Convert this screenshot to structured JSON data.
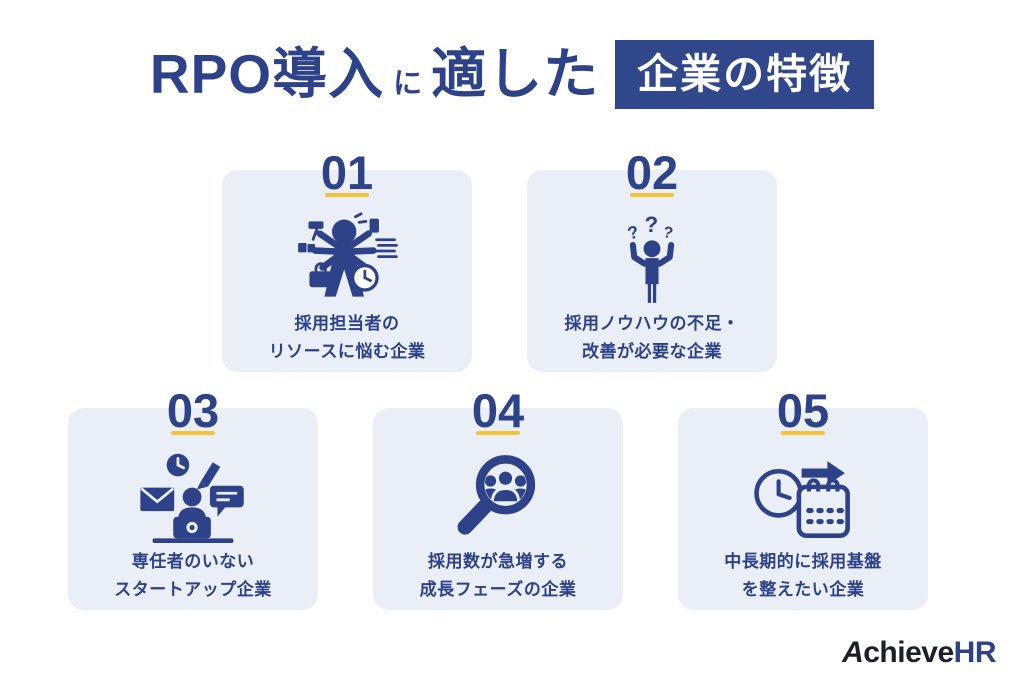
{
  "title": {
    "part1": "RPO導入",
    "particle": "に",
    "part2": "適した",
    "badge": "企業の特徴"
  },
  "cards": [
    {
      "number": "01",
      "icon": "busy-multitasking-person-icon",
      "line1": "採用担当者の",
      "line2": "リソースに悩む企業"
    },
    {
      "number": "02",
      "icon": "confused-person-question-marks-icon",
      "line1": "採用ノウハウの不足・",
      "line2": "改善が必要な企業"
    },
    {
      "number": "03",
      "icon": "solo-worker-laptop-tasks-icon",
      "line1": "専任者のいない",
      "line2": "スタートアップ企業"
    },
    {
      "number": "04",
      "icon": "magnifier-people-icon",
      "line1": "採用数が急増する",
      "line2": "成長フェーズの企業"
    },
    {
      "number": "05",
      "icon": "clock-calendar-arrow-icon",
      "line1": "中長期的に採用基盤",
      "line2": "を整えたい企業"
    }
  ],
  "glyphs": {
    "question_mark": "?"
  },
  "logo": {
    "achieve": "Achieve",
    "hr": "HR"
  },
  "colors": {
    "primary_blue": "#2d4289",
    "badge_blue": "#31478c",
    "accent_yellow": "#f2c33b",
    "card_background": "#eaeef7",
    "logo_dark": "#1e1f2a",
    "page_background": "#ffffff"
  }
}
